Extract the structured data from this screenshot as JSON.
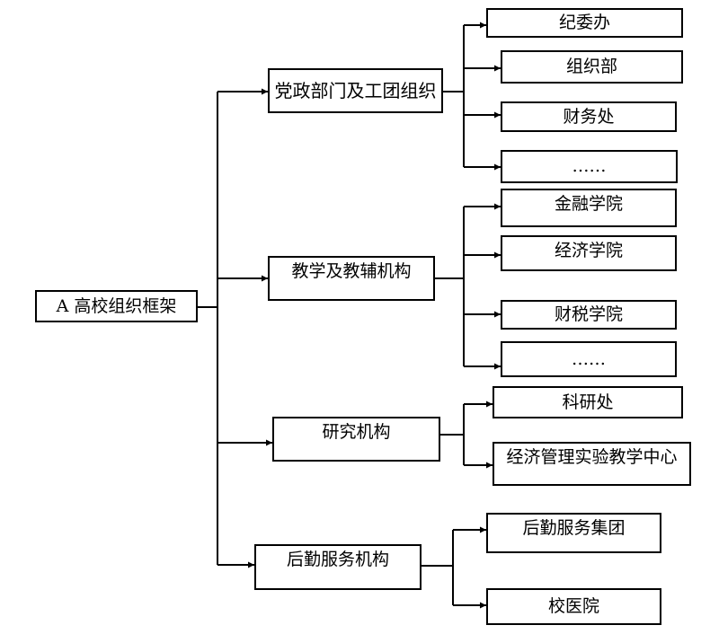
{
  "root": {
    "label": "A 高校组织框架"
  },
  "branches": [
    {
      "label": "党政部门及工团组织",
      "children": [
        {
          "label": "纪委办"
        },
        {
          "label": "组织部"
        },
        {
          "label": "财务处"
        },
        {
          "label": "……"
        }
      ]
    },
    {
      "label": "教学及教辅机构",
      "children": [
        {
          "label": "金融学院"
        },
        {
          "label": "经济学院"
        },
        {
          "label": "财税学院"
        },
        {
          "label": "……"
        }
      ]
    },
    {
      "label": "研究机构",
      "children": [
        {
          "label": "科研处"
        },
        {
          "label": "经济管理实验教学中心"
        }
      ]
    },
    {
      "label": "后勤服务机构",
      "children": [
        {
          "label": "后勤服务集团"
        },
        {
          "label": "校医院"
        }
      ]
    }
  ]
}
